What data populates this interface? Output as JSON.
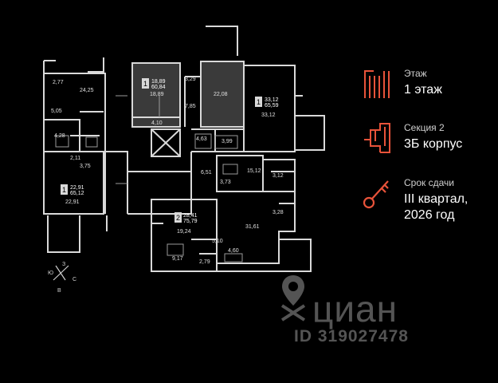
{
  "info": {
    "floor": {
      "label": "Этаж",
      "value": "1 этаж",
      "icon": "floor-icon"
    },
    "section": {
      "label": "Секция 2",
      "value": "3Б корпус",
      "icon": "section-icon"
    },
    "deadline": {
      "label": "Срок сдачи",
      "value_line1": "III квартал,",
      "value_line2": "2026 год",
      "icon": "key-icon"
    }
  },
  "colors": {
    "accent": "#e8533a",
    "wall": "#d9d9d9",
    "highlight": "#3a3a3a",
    "background": "#000000"
  },
  "watermark": {
    "brand": "циан",
    "id": "ID 319027478"
  },
  "compass": {
    "n": "З",
    "w": "Ю",
    "e": "С",
    "s": "В"
  },
  "apartments": [
    {
      "number": "1",
      "living": "22,91",
      "total": "65,12"
    },
    {
      "number": "1",
      "living": "18,89",
      "total": "60,84"
    },
    {
      "number": "1",
      "living": "33,12",
      "total": "65,59"
    },
    {
      "number": "2",
      "living": "28,41",
      "total": "75,79"
    }
  ],
  "rooms": [
    "2,77",
    "24,25",
    "5,05",
    "4,28",
    "3,75",
    "2,11",
    "22,91",
    "18,89",
    "4,10",
    "3,29",
    "22,08",
    "7,85",
    "4,63",
    "3,99",
    "33,12",
    "6,51",
    "15,12",
    "3,12",
    "3,73",
    "3,28",
    "31,61",
    "19,24",
    "5,10",
    "9,17",
    "2,79",
    "4,60"
  ]
}
